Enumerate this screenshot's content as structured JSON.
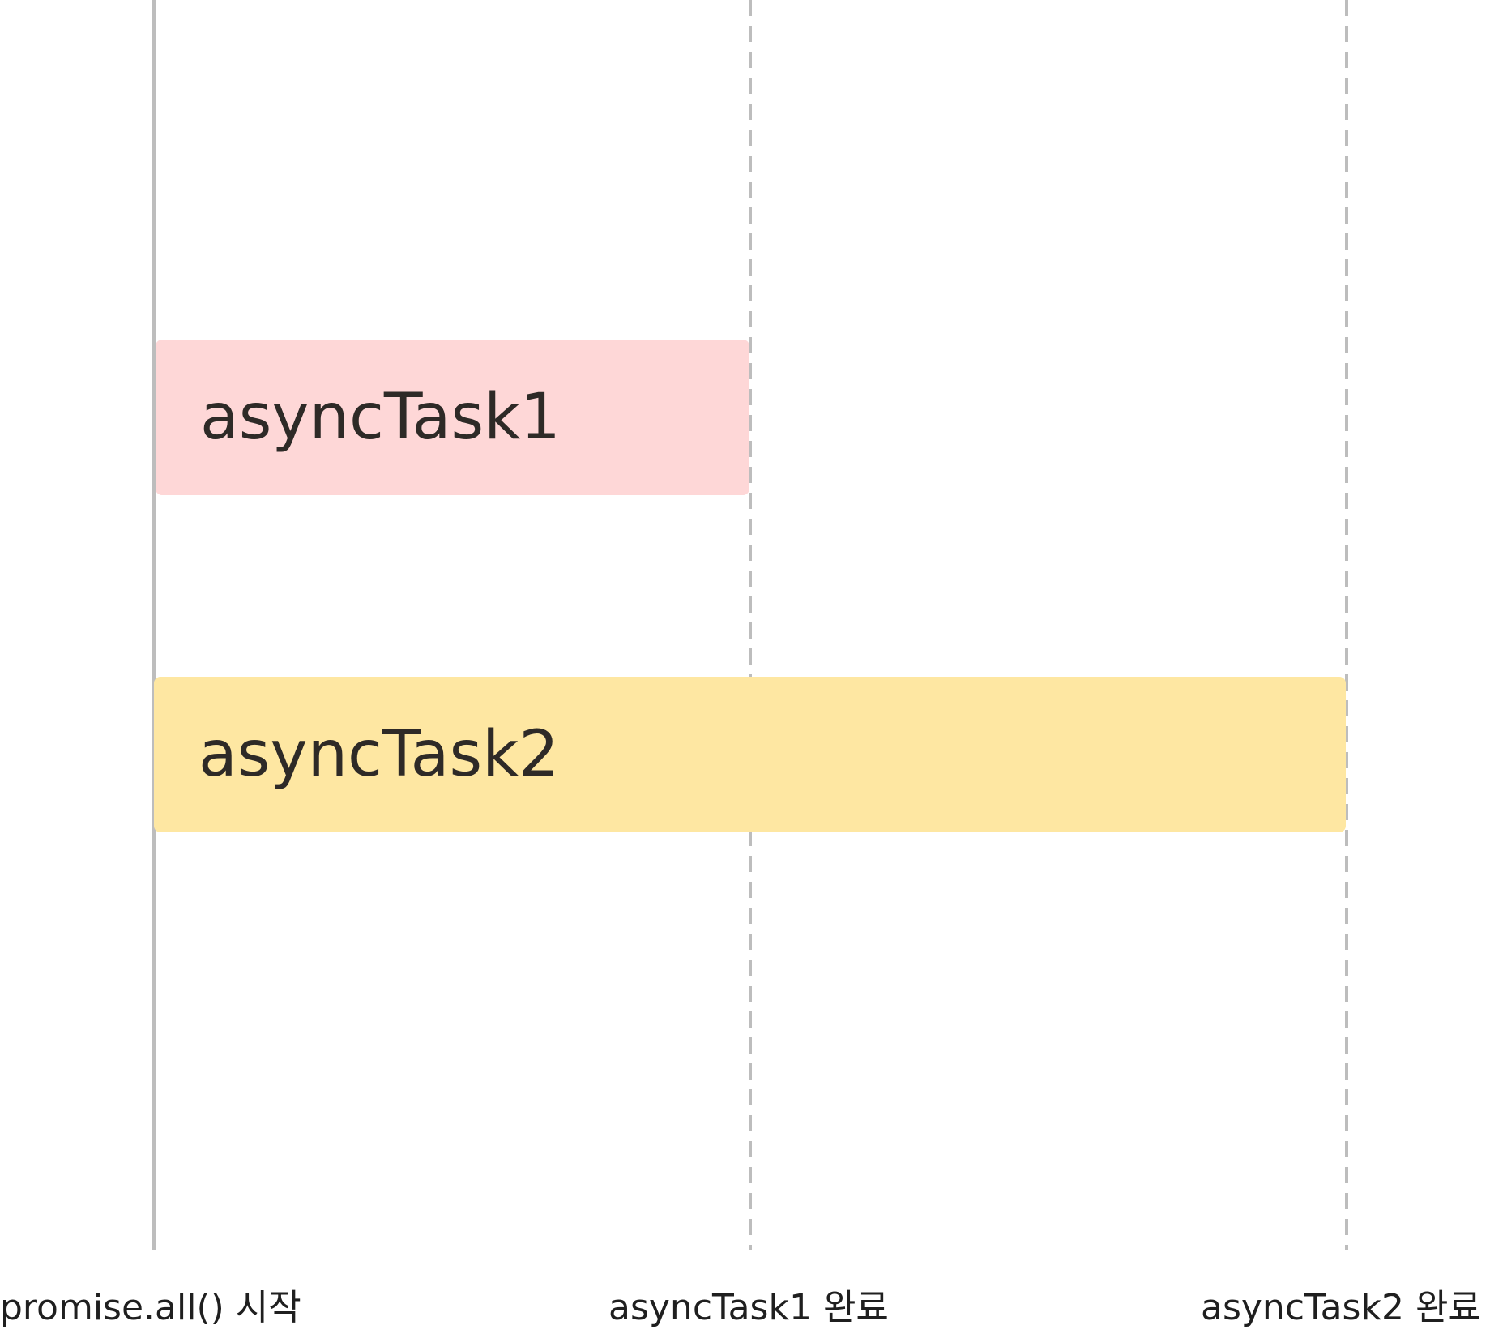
{
  "diagram": {
    "tasks": [
      {
        "label": "asyncTask1",
        "color": "#fed7d7"
      },
      {
        "label": "asyncTask2",
        "color": "#fee7a2"
      }
    ],
    "markers": [
      {
        "label": "promise.all() 시작",
        "style": "solid"
      },
      {
        "label": "asyncTask1 완료",
        "style": "dashed"
      },
      {
        "label": "asyncTask2 완료",
        "style": "dashed"
      }
    ],
    "colors": {
      "line": "#bdbdbd",
      "text": "#2e2a27",
      "background": "#ffffff"
    }
  }
}
